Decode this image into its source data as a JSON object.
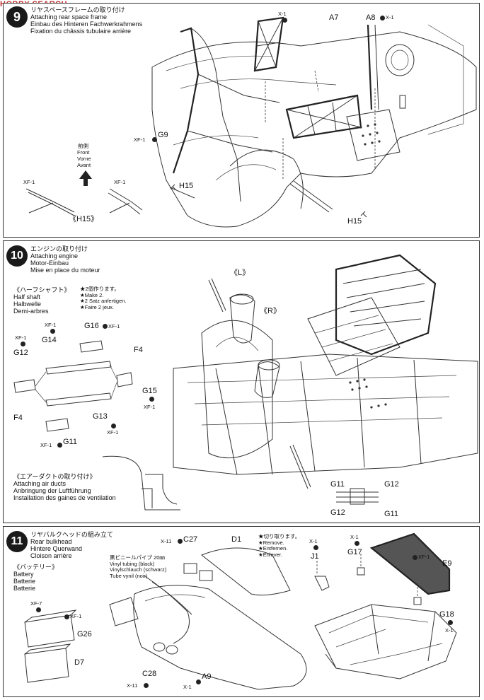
{
  "watermark": "HOBBY SEARCH",
  "step9": {
    "number": "9",
    "title_jp": "リヤスペースフレームの取り付け",
    "title_en": "Attaching rear space frame",
    "title_de": "Einbau des Hinteren Fachwerkrahmens",
    "title_fr": "Fixation du châssis tubulaire arrière",
    "front_jp": "前側",
    "front_en": "Front",
    "front_de": "Vorne",
    "front_fr": "Avant",
    "sub_label": "《H15》",
    "parts": {
      "x1_top": "X-1",
      "a7": "A7",
      "a8": "A8",
      "x1_a8": "X-1",
      "xf1_g9": "XF-1",
      "g9": "G9",
      "h15_left": "H15",
      "h15_right": "H15",
      "xf1_left": "XF-1",
      "xf1_right": "XF-1"
    }
  },
  "step10": {
    "number": "10",
    "title_jp": "エンジンの取り付け",
    "title_en": "Attaching engine",
    "title_de": "Motor-Einbau",
    "title_fr": "Mise en place du moteur",
    "halfshaft_jp": "《ハーフシャフト》",
    "halfshaft_en": "Half shaft",
    "halfshaft_de": "Halbwelle",
    "halfshaft_fr": "Demi-arbres",
    "make2_jp": "★2個作ります。",
    "make2_en": "★Make 2.",
    "make2_de": "★2 Satz anfertigen.",
    "make2_fr": "★Faire 2 jeux.",
    "airduct_jp": "《エアーダクトの取り付け》",
    "airduct_en": "Attaching air ducts",
    "airduct_de": "Anbringung der Luftführung",
    "airduct_fr": "Installation des gaines de ventilation",
    "left_mark": "《L》",
    "right_mark": "《R》",
    "parts": {
      "xf1_g14": "XF-1",
      "g14": "G14",
      "g16": "G16",
      "xf1_g16": "XF-1",
      "xf1_g12": "XF-1",
      "g12": "G12",
      "f4_right": "F4",
      "g15": "G15",
      "xf1_g15": "XF-1",
      "f4_left": "F4",
      "g13": "G13",
      "xf1_g13": "XF-1",
      "xf1_g11": "XF-1",
      "g11": "G11",
      "detail_g11_top": "G11",
      "detail_g12_top": "G12",
      "detail_g12_bottom": "G12",
      "detail_g11_bottom": "G11"
    }
  },
  "step11": {
    "number": "11",
    "title_jp": "リヤバルクヘッドの組み立て",
    "title_en": "Rear bulkhead",
    "title_de": "Hintere Querwand",
    "title_fr": "Cloison arrière",
    "battery_jp": "《バッテリー》",
    "battery_en": "Battery",
    "battery_de": "Batterie",
    "battery_fr": "Batterie",
    "tubing_jp": "黒ビニールパイプ 20㎜",
    "tubing_en": "Vinyl tubing (black)",
    "tubing_de": "Vinylschlauch (schwarz)",
    "tubing_fr": "Tube vynil (noir)",
    "remove_jp": "★切り取ります。",
    "remove_en": "★Remove.",
    "remove_de": "★Entfernen.",
    "remove_fr": "★Enlever.",
    "parts": {
      "x11_c27": "X-11",
      "c27": "C27",
      "d1": "D1",
      "x1_j1": "X-1",
      "j1": "J1",
      "x1_g17": "X-1",
      "g17": "G17",
      "xf1_e9": "XF-1",
      "e9": "E9",
      "xf7": "XF-7",
      "xf1_battery": "XF-1",
      "g26": "G26",
      "d7": "D7",
      "c28": "C28",
      "x11_c28": "X-11",
      "a9": "A9",
      "x1_a9": "X-1",
      "g18": "G18",
      "x1_g18": "X-1"
    }
  }
}
